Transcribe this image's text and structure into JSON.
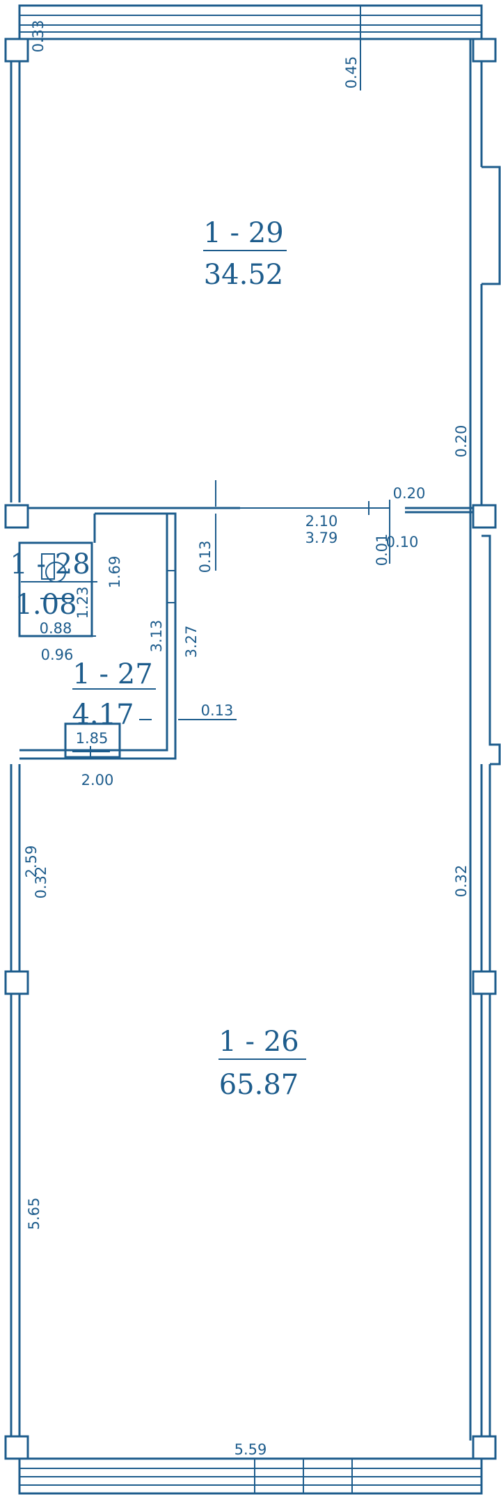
{
  "plan": {
    "rooms": [
      {
        "id": "1 - 29",
        "area": "34.52"
      },
      {
        "id": "1 - 28",
        "area": "1.08"
      },
      {
        "id": "1 - 27",
        "area": "4.17"
      },
      {
        "id": "1 - 26",
        "area": "65.87"
      }
    ],
    "dimensions": {
      "d_033": "0.33",
      "d_045": "0.45",
      "d_020_right": "0.20",
      "d_020_top": "0.20",
      "d_013_a": "0.13",
      "d_210": "2.10",
      "d_379": "3.79",
      "d_001": "0.01",
      "d_010": "0.10",
      "d_169": "1.69",
      "d_123": "1.23",
      "d_088": "0.88",
      "d_096": "0.96",
      "d_313": "3.13",
      "d_327": "3.27",
      "d_013_b": "0.13",
      "d_185": "1.85",
      "d_200": "2.00",
      "d_259": "2.59",
      "d_032_left": "0.32",
      "d_032_right": "0.32",
      "d_565": "5.65",
      "d_559": "5.59"
    }
  }
}
